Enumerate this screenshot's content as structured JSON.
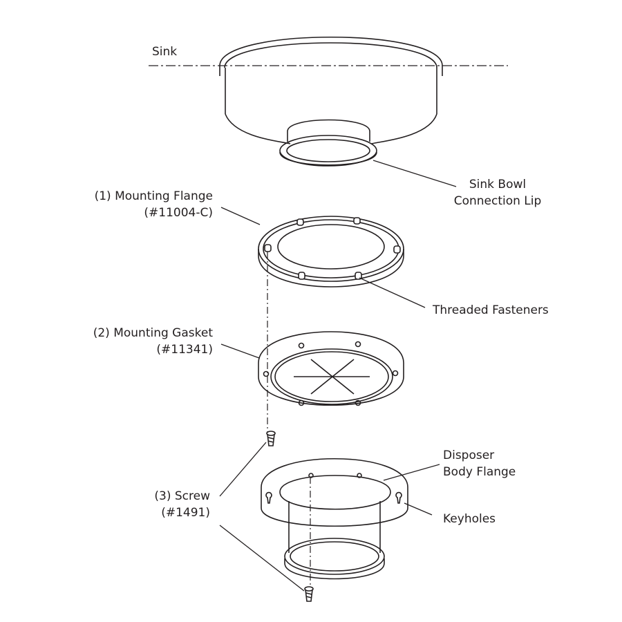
{
  "labels": {
    "sink": "Sink",
    "lip_1": "Sink Bowl",
    "lip_2": "Connection Lip",
    "flange_1": "(1) Mounting Flange",
    "flange_2": "(#11004-C)",
    "fasteners": "Threaded Fasteners",
    "gasket_1": "(2) Mounting Gasket",
    "gasket_2": "(#11341)",
    "body_1": "Disposer",
    "body_2": "Body Flange",
    "keyholes": "Keyholes",
    "screw_1": "(3) Screw",
    "screw_2": "(#1491)"
  },
  "colors": {
    "line": "#231f20",
    "background": "#ffffff"
  }
}
